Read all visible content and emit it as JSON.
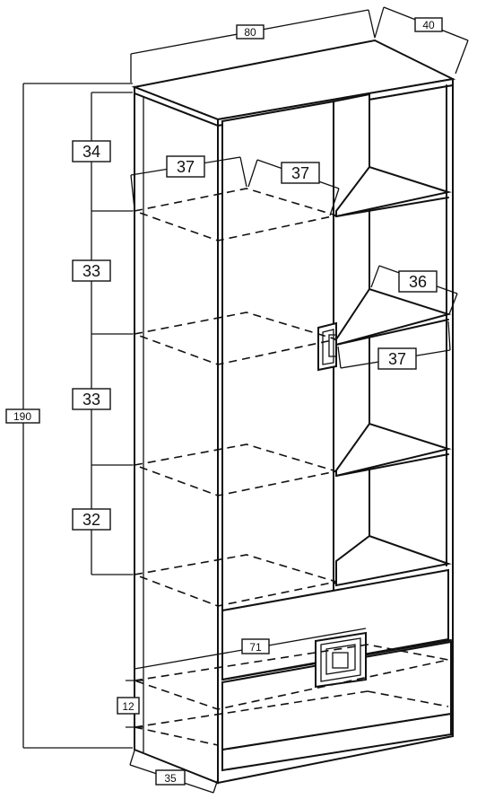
{
  "diagram": {
    "dimensions": {
      "overall_width": "80",
      "overall_depth": "40",
      "overall_height": "190",
      "shelf_gap_1": "34",
      "shelf_gap_2": "33",
      "shelf_gap_3": "33",
      "shelf_gap_4": "32",
      "left_shelf_width": "37",
      "left_shelf_depth": "37",
      "right_shelf_depth": "36",
      "right_shelf_width": "37",
      "drawer_width": "71",
      "drawer_height": "12",
      "drawer_depth": "35"
    }
  }
}
